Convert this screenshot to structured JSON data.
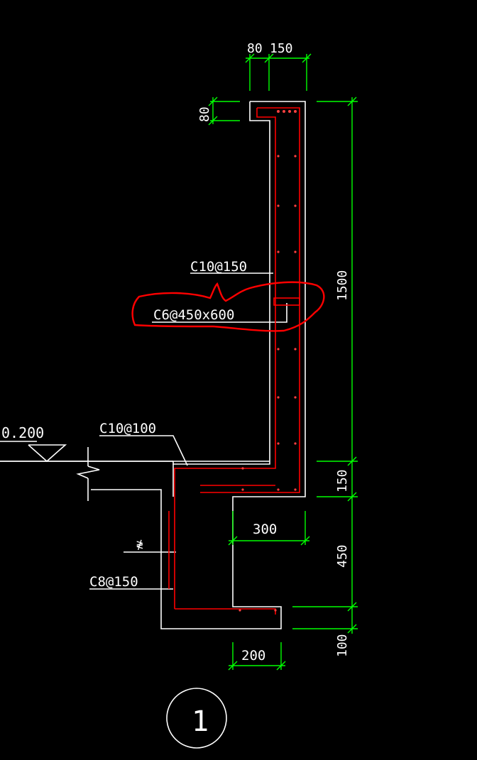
{
  "drawing": {
    "colors": {
      "background": "#000000",
      "outline": "#ffffff",
      "rebar": "#ff0000",
      "dimension": "#00ff00",
      "markup": "#ff0000"
    },
    "dimensions": {
      "top_left_width": "80",
      "top_right_width": "150",
      "top_lip_height": "80",
      "wall_height": "1500",
      "slab_thickness": "150",
      "lower_height": "450",
      "bottom_height": "100",
      "lower_width": "300",
      "bottom_width": "200"
    },
    "labels": {
      "rebar_horizontal": "C10@150",
      "rebar_tie": "C6@450x600",
      "rebar_slab": "C10@100",
      "rebar_lower": "C8@150",
      "elevation": "0.200",
      "break_mark": "≹"
    },
    "section_marker": {
      "number": "1",
      "caption": ""
    },
    "markup_note": "annotation circle drawn around C6@450x600"
  }
}
